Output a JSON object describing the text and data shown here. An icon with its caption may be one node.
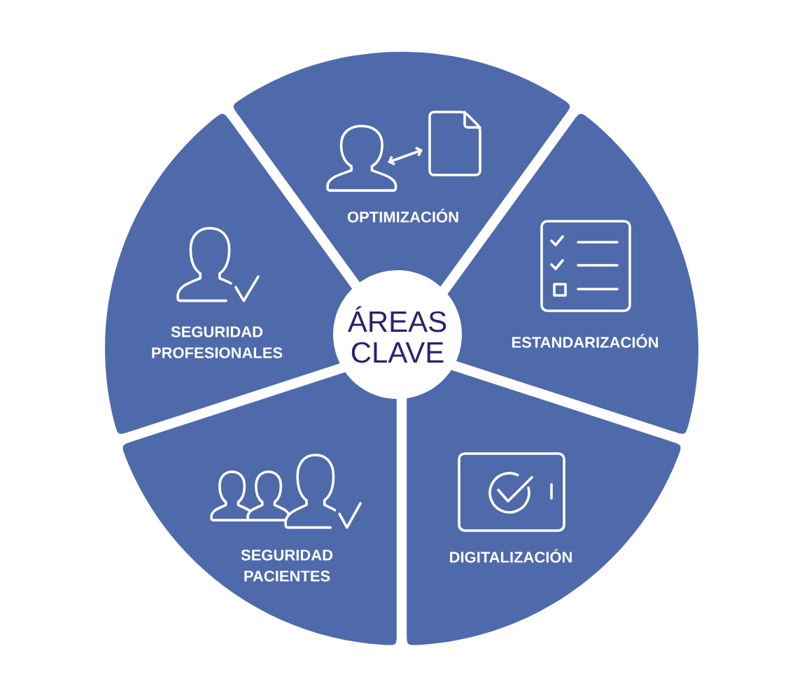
{
  "diagram": {
    "nodes": [
      {
        "text": [
          "ÁREAS CLAVE"
        ]
      },
      {
        "text": [
          "OPTIMIZACIÓN"
        ]
      },
      {
        "text": [
          "ESTANDARIZACIÓN"
        ]
      },
      {
        "text": [
          "DIGITALIZACIÓN"
        ]
      },
      {
        "text": [
          "SEGURIDAD PACIENTES"
        ]
      },
      {
        "text": [
          "SEGURIDAD PROFESIONALES"
        ]
      }
    ]
  }
}
